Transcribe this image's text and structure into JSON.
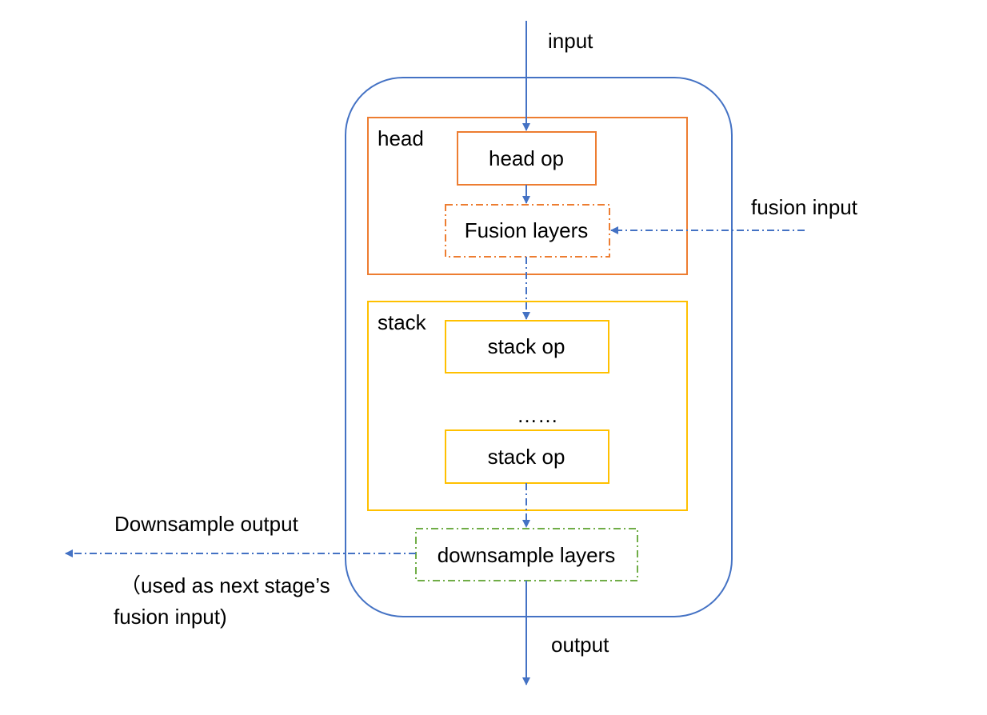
{
  "labels": {
    "input": "input",
    "output": "output",
    "fusion_input": "fusion input",
    "downsample_output": "Downsample output",
    "note_line1": "（used as next stage’s",
    "note_line2": "fusion input)"
  },
  "head": {
    "title": "head",
    "op": "head op",
    "fusion_layers": "Fusion layers"
  },
  "stack": {
    "title": "stack",
    "op_first": "stack op",
    "ellipsis": "……",
    "op_last": "stack op"
  },
  "downsample": {
    "label": "downsample layers"
  },
  "colors": {
    "stage": "#4472c4",
    "head": "#ed7d31",
    "stack": "#ffc000",
    "downsample": "#70ad47",
    "arrow": "#4472c4",
    "text": "#000000"
  }
}
